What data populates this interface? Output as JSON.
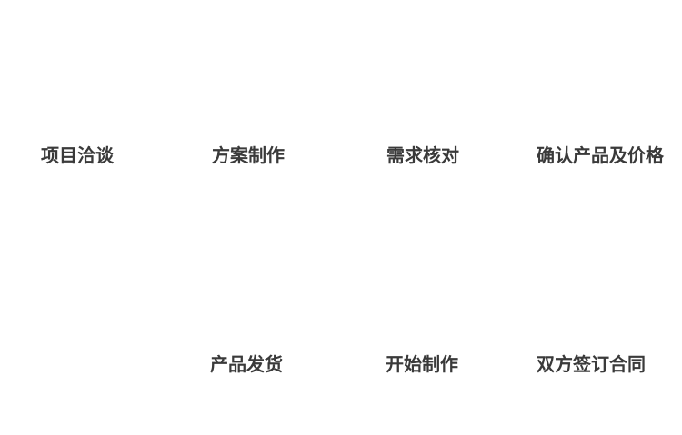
{
  "page": {
    "background_color": "#ffffff",
    "label_color": "#3a3a3a"
  },
  "process": {
    "top_row": [
      {
        "label": "项目洽谈"
      },
      {
        "label": "方案制作"
      },
      {
        "label": "需求核对"
      },
      {
        "label": "确认产品及价格"
      }
    ],
    "bottom_row": [
      {
        "label": "产品发货"
      },
      {
        "label": "开始制作"
      },
      {
        "label": "双方签订合同"
      }
    ]
  }
}
